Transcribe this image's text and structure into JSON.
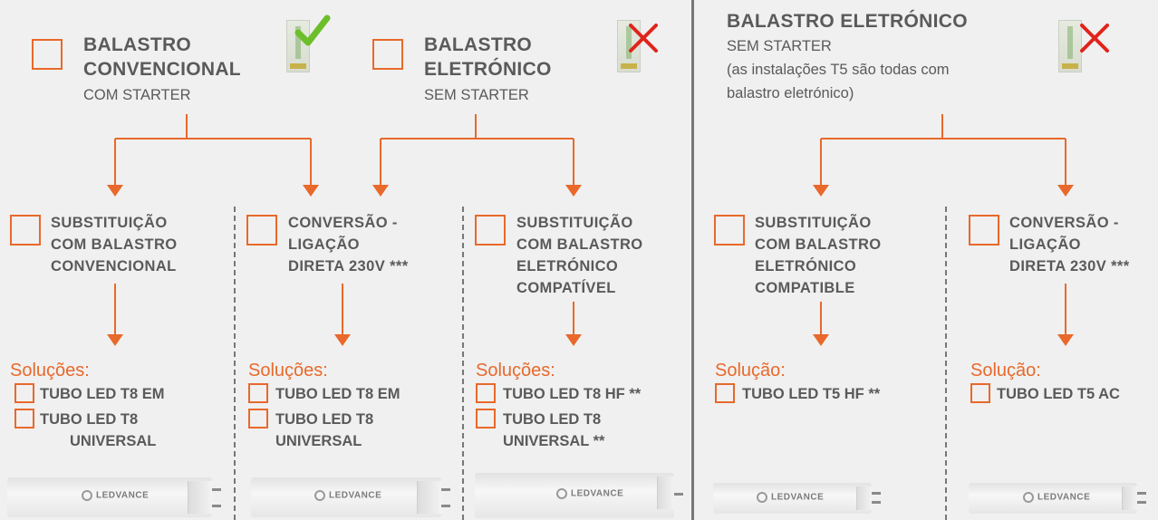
{
  "left": {
    "conv": {
      "title_1": "BALASTRO",
      "title_2": "CONVENCIONAL",
      "subtitle": "COM STARTER",
      "mark": "check"
    },
    "elec": {
      "title_1": "BALASTRO",
      "title_2": "ELETRÓNICO",
      "subtitle": "SEM STARTER",
      "mark": "cross"
    },
    "options": [
      {
        "lines": [
          "SUBSTITUIÇÃO",
          "COM BALASTRO",
          "CONVENCIONAL"
        ],
        "solutions_label": "Soluções:",
        "solutions": [
          [
            "TUBO LED T8 EM"
          ],
          [
            "TUBO LED T8",
            "UNIVERSAL"
          ]
        ]
      },
      {
        "lines": [
          "CONVERSÃO -",
          "LIGAÇÃO",
          "DIRETA 230V ***"
        ],
        "solutions_label": "Soluções:",
        "solutions": [
          [
            "TUBO LED T8 EM"
          ],
          [
            "TUBO LED T8",
            "UNIVERSAL"
          ]
        ]
      },
      {
        "lines": [
          "SUBSTITUIÇÃO",
          "COM BALASTRO",
          "ELETRÓNICO",
          "COMPATÍVEL"
        ],
        "solutions_label": "Soluções:",
        "solutions": [
          [
            "TUBO LED T8 HF **"
          ],
          [
            "TUBO LED T8",
            "UNIVERSAL **"
          ]
        ]
      }
    ]
  },
  "right": {
    "title": "BALASTRO ELETRÓNICO",
    "sub_1": "SEM STARTER",
    "sub_2": "(as instalações T5 são todas com",
    "sub_3": "balastro eletrónico)",
    "mark": "cross",
    "options": [
      {
        "lines": [
          "SUBSTITUIÇÃO",
          "COM BALASTRO",
          "ELETRÓNICO",
          "COMPATIBLE"
        ],
        "solutions_label": "Solução:",
        "solutions": [
          [
            "TUBO LED T5 HF **"
          ]
        ]
      },
      {
        "lines": [
          "CONVERSÃO -",
          "LIGAÇÃO",
          "DIRETA 230V ***"
        ],
        "solutions_label": "Solução:",
        "solutions": [
          [
            "TUBO LED T5 AC"
          ]
        ]
      }
    ]
  },
  "brand": "LEDVANCE",
  "colors": {
    "accent": "#e8692b",
    "check": "#6cbf2a",
    "cross": "#e0241b",
    "text": "#5a5a5a"
  }
}
